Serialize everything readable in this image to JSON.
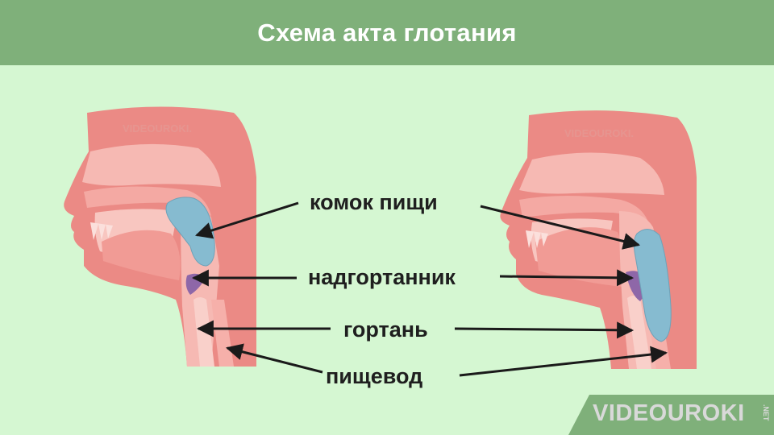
{
  "title": "Схема акта глотания",
  "labels": {
    "bolus": "комок пищи",
    "epiglottis": "надгортанник",
    "larynx": "гортань",
    "esophagus": "пищевод"
  },
  "watermark": "VIDEOUROKI.",
  "logo": {
    "main": "VIDEOUROKI",
    "suffix": ".NET"
  },
  "colors": {
    "header": "#7fb07a",
    "background": "#d5f7d2",
    "tissue_dark": "#eb8a85",
    "tissue_light": "#f6b9b3",
    "food_bolus": "#86bbd0",
    "epiglottis": "#8e67a8"
  }
}
